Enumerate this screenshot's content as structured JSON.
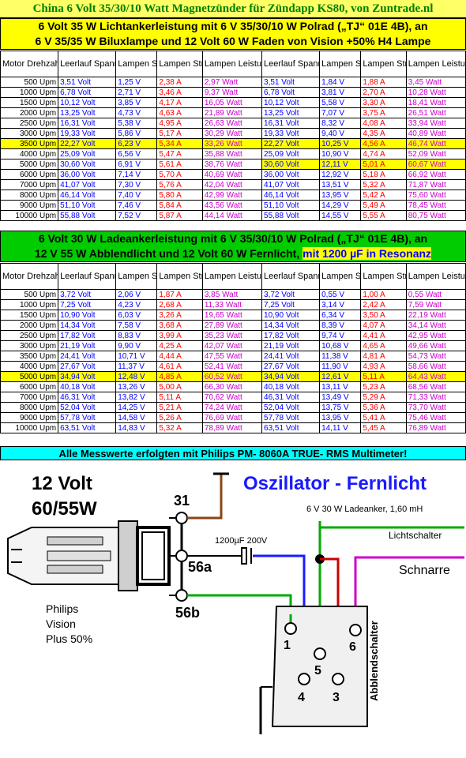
{
  "title": "China 6 Volt 35/30/10 Watt Magnetzünder für Zündapp KS80, von Zuntrade.nl",
  "section1": {
    "line1": "6 Volt 35 W Lichtankerleistung mit 6 V 35/30/10 W Polrad („TJ“ 01E 4B), an",
    "line2": "6 V 35/35 W Biluxlampe und 12 Volt 60 W Faden von Vision +50% H4 Lampe"
  },
  "section2": {
    "line1": "6 Volt 30 W Ladeankerleistung mit 6 V 35/30/10 W Polrad („TJ“ 01E 4B), an",
    "line2a": "12 V 55 W Abblendlicht und 12 Volt 60 W Fernlicht,",
    "line2b": "mit 1200 µF in Resonanz"
  },
  "headers": [
    "Motor Drehzahl",
    "Leerlauf Spannung",
    "Lampen Spannung",
    "Lampen Strom AC",
    "Lampen Leistung AC"
  ],
  "table1": [
    [
      "500 Upm",
      "3,51 Volt",
      "1,25 V",
      "2,38 A",
      "2,97 Watt",
      "3,51 Volt",
      "1,84 V",
      "1,88 A",
      "3,45 Watt"
    ],
    [
      "1000 Upm",
      "6,78 Volt",
      "2,71 V",
      "3,46 A",
      "9,37 Watt",
      "6,78 Volt",
      "3,81 V",
      "2,70 A",
      "10,28 Watt"
    ],
    [
      "1500 Upm",
      "10,12 Volt",
      "3,85 V",
      "4,17 A",
      "16,05 Watt",
      "10,12 Volt",
      "5,58 V",
      "3,30 A",
      "18,41 Watt"
    ],
    [
      "2000 Upm",
      "13,25 Volt",
      "4,73 V",
      "4,63 A",
      "21,89 Watt",
      "13,25 Volt",
      "7,07 V",
      "3,75 A",
      "26,51 Watt"
    ],
    [
      "2500 Upm",
      "16,31 Volt",
      "5,38 V",
      "4,95 A",
      "26,63 Watt",
      "16,31 Volt",
      "8,32 V",
      "4,08 A",
      "33,94 Watt"
    ],
    [
      "3000 Upm",
      "19,33 Volt",
      "5,86 V",
      "5,17 A",
      "30,29 Watt",
      "19,33 Volt",
      "9,40 V",
      "4,35 A",
      "40,89 Watt"
    ],
    [
      "3500 Upm",
      "22,27 Volt",
      "6,23 V",
      "5,34 A",
      "33,26 Watt",
      "22,27 Volt",
      "10,25 V",
      "4,56 A",
      "46,74 Watt"
    ],
    [
      "4000 Upm",
      "25,09 Volt",
      "6,56 V",
      "5,47 A",
      "35,88 Watt",
      "25,09 Volt",
      "10,90 V",
      "4,74 A",
      "52,09 Watt"
    ],
    [
      "5000 Upm",
      "30,60 Volt",
      "6,91 V",
      "5,61 A",
      "38,76 Watt",
      "30,60 Volt",
      "12,11 V",
      "5,01 A",
      "60,67 Watt"
    ],
    [
      "6000 Upm",
      "36,00 Volt",
      "7,14 V",
      "5,70 A",
      "40,69 Watt",
      "36,00 Volt",
      "12,92 V",
      "5,18 A",
      "66,92 Watt"
    ],
    [
      "7000 Upm",
      "41,07 Volt",
      "7,30 V",
      "5,76 A",
      "42,04 Watt",
      "41,07 Volt",
      "13,51 V",
      "5,32 A",
      "71,87 Watt"
    ],
    [
      "8000 Upm",
      "46,14 Volt",
      "7,40 V",
      "5,80 A",
      "42,99 Watt",
      "46,14 Volt",
      "13,95 V",
      "5,42 A",
      "75,60 Watt"
    ],
    [
      "9000 Upm",
      "51,10 Volt",
      "7,46 V",
      "5,84 A",
      "43,56 Watt",
      "51,10 Volt",
      "14,29 V",
      "5,49 A",
      "78,45 Watt"
    ],
    [
      "10000 Upm",
      "55,88 Volt",
      "7,52 V",
      "5,87 A",
      "44,14 Watt",
      "55,88 Volt",
      "14,55 V",
      "5,55 A",
      "80,75 Watt"
    ]
  ],
  "table2": [
    [
      "500 Upm",
      "3,72 Volt",
      "2,06 V",
      "1,87 A",
      "3,85 Watt",
      "3,72 Volt",
      "0,55 V",
      "1,00 A",
      "0,55 Watt"
    ],
    [
      "1000 Upm",
      "7,25 Volt",
      "4,23 V",
      "2,68 A",
      "11,33 Watt",
      "7,25 Volt",
      "3,14 V",
      "2,42 A",
      "7,59 Watt"
    ],
    [
      "1500 Upm",
      "10,90 Volt",
      "6,03 V",
      "3,26 A",
      "19,65 Watt",
      "10,90 Volt",
      "6,34 V",
      "3,50 A",
      "22,19 Watt"
    ],
    [
      "2000 Upm",
      "14,34 Volt",
      "7,58 V",
      "3,68 A",
      "27,89 Watt",
      "14,34 Volt",
      "8,39 V",
      "4,07 A",
      "34,14 Watt"
    ],
    [
      "2500 Upm",
      "17,82 Volt",
      "8,83 V",
      "3,99 A",
      "35,23 Watt",
      "17,82 Volt",
      "9,74 V",
      "4,41 A",
      "42,95 Watt"
    ],
    [
      "3000 Upm",
      "21,19 Volt",
      "9,90 V",
      "4,25 A",
      "42,07 Watt",
      "21,19 Volt",
      "10,68 V",
      "4,65 A",
      "49,66 Watt"
    ],
    [
      "3500 Upm",
      "24,41 Volt",
      "10,71 V",
      "4,44 A",
      "47,55 Watt",
      "24,41 Volt",
      "11,38 V",
      "4,81 A",
      "54,73 Watt"
    ],
    [
      "4000 Upm",
      "27,67 Volt",
      "11,37 V",
      "4,61 A",
      "52,41 Watt",
      "27,67 Volt",
      "11,90 V",
      "4,93 A",
      "58,66 Watt"
    ],
    [
      "5000 Upm",
      "34,94 Volt",
      "12,48 V",
      "4,85 A",
      "60,52 Watt",
      "34,94 Volt",
      "12,61 V",
      "5,11 A",
      "64,43 Watt"
    ],
    [
      "6000 Upm",
      "40,18 Volt",
      "13,26 V",
      "5,00 A",
      "66,30 Watt",
      "40,18 Volt",
      "13,11 V",
      "5,23 A",
      "68,56 Watt"
    ],
    [
      "7000 Upm",
      "46,31 Volt",
      "13,82 V",
      "5,11 A",
      "70,62 Watt",
      "46,31 Volt",
      "13,49 V",
      "5,29 A",
      "71,33 Watt"
    ],
    [
      "8000 Upm",
      "52,04 Volt",
      "14,25 V",
      "5,21 A",
      "74,24 Watt",
      "52,04 Volt",
      "13,75 V",
      "5,36 A",
      "73,70 Watt"
    ],
    [
      "9000 Upm",
      "57,78 Volt",
      "14,58 V",
      "5,26 A",
      "76,69 Watt",
      "57,78 Volt",
      "13,95 V",
      "5,41 A",
      "75,46 Watt"
    ],
    [
      "10000 Upm",
      "63,51 Volt",
      "14,83 V",
      "5,32 A",
      "78,89 Watt",
      "63,51 Volt",
      "14,11 V",
      "5,45 A",
      "76,89 Watt"
    ]
  ],
  "table1_hl_row": 6,
  "table1_hl_right_row": 8,
  "table2_hl_row": 8,
  "footer": "Alle Messwerte erfolgten mit Philips PM- 8060A TRUE- RMS Multimeter!",
  "diagram": {
    "lamp_volt": "12 Volt",
    "lamp_watt": "60/55W",
    "title": "Oszillator - Fernlicht",
    "pin31": "31",
    "pin56a": "56a",
    "pin56b": "56b",
    "capacitor": "1200µF 200V",
    "charge_armature": "6 V 30 W Ladeanker, 1,60 mH",
    "light_switch": "Lichtschalter",
    "horn": "Schnarre",
    "lamp_brand1": "Philips",
    "lamp_brand2": "Vision",
    "lamp_brand3": "Plus 50%",
    "dimmer_switch": "Abblendschalter",
    "t1": "1",
    "t4": "4",
    "t5": "5",
    "t3": "3",
    "t6": "6"
  }
}
